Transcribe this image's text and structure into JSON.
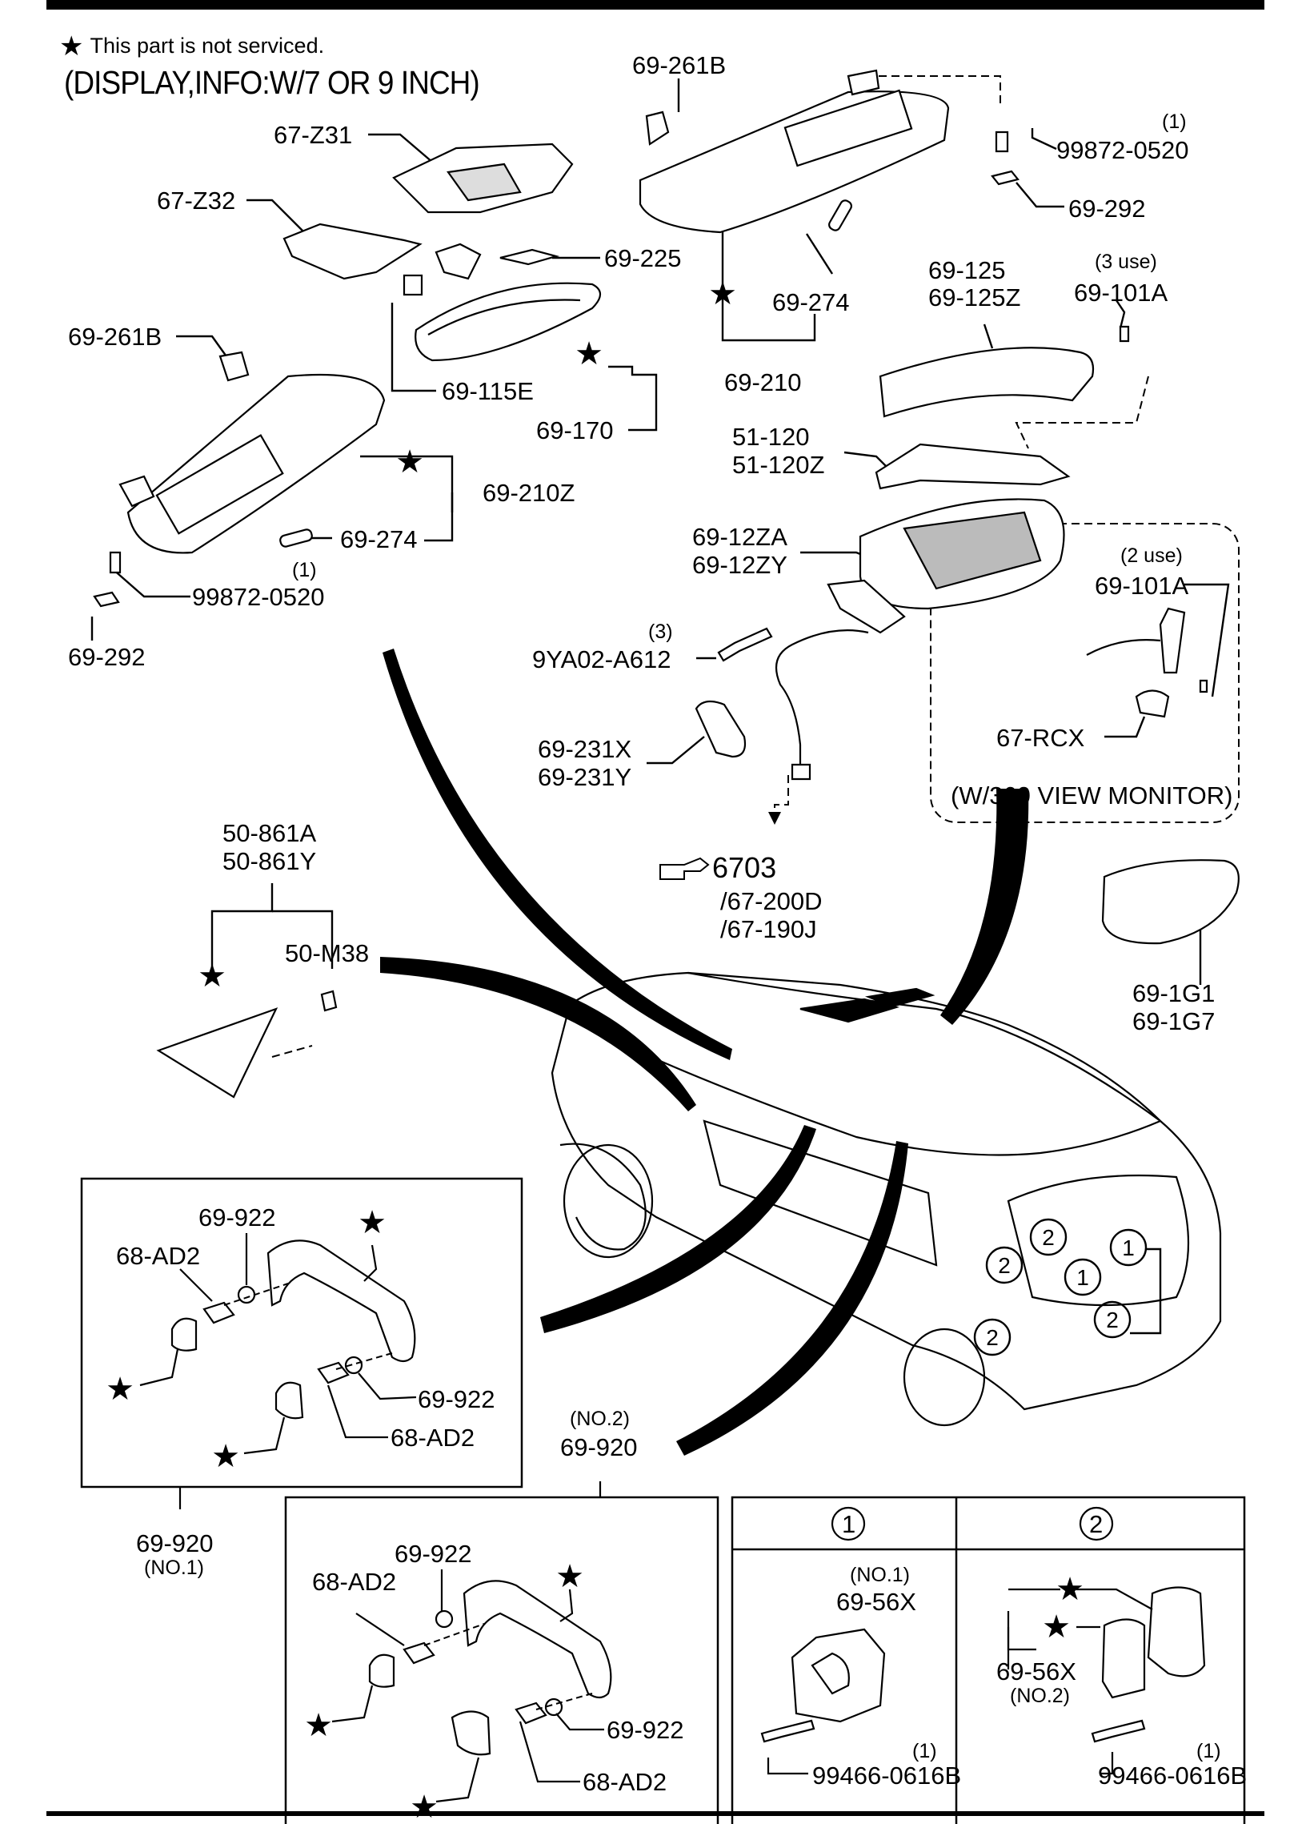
{
  "header": {
    "note": "This part is not serviced.",
    "note_icon": "star-icon",
    "subtitle": "(DISPLAY,INFO:W/7 OR 9 INCH)"
  },
  "labels": {
    "p67_z31": "67-Z31",
    "p67_z32": "67-Z32",
    "p69_225": "69-225",
    "p69_261b_top": "69-261B",
    "p69_261b_left": "69-261B",
    "p99872_top_qty": "(1)",
    "p99872_top": "99872-0520",
    "p69_292_top": "69-292",
    "p69_274_top": "69-274",
    "p69_210": "69-210",
    "p69_115e": "69-115E",
    "p69_170": "69-170",
    "p69_210z": "69-210Z",
    "p69_274_left": "69-274",
    "p99872_left_qty": "(1)",
    "p99872_left": "99872-0520",
    "p69_292_left": "69-292",
    "p69_125": "69-125",
    "p69_125z": "69-125Z",
    "p69_101a_top_qty": "(3 use)",
    "p69_101a_top": "69-101A",
    "p51_120": "51-120",
    "p51_120z": "51-120Z",
    "p69_12za": "69-12ZA",
    "p69_12zy": "69-12ZY",
    "p9ya02_qty": "(3)",
    "p9ya02": "9YA02-A612",
    "p69_231x": "69-231X",
    "p69_231y": "69-231Y",
    "ref_main": "6703",
    "ref_sub1": "/67-200D",
    "ref_sub2": "/67-190J",
    "p69_101a_box_qty": "(2 use)",
    "p69_101a_box": "69-101A",
    "p67_rcx": "67-RCX",
    "box_360": "(W/360 VIEW MONITOR)",
    "p50_861a": "50-861A",
    "p50_861y": "50-861Y",
    "p50_m38": "50-M38",
    "p69_1g1": "69-1G1",
    "p69_1g7": "69-1G7",
    "b1_69_922_top": "69-922",
    "b1_68_ad2_top": "68-AD2",
    "b1_69_922_bot": "69-922",
    "b1_68_ad2_bot": "68-AD2",
    "b1_name": "69-920",
    "b1_no": "(NO.1)",
    "b2_no": "(NO.2)",
    "b2_name": "69-920",
    "b2_69_922_top": "69-922",
    "b2_68_ad2_top": "68-AD2",
    "b2_69_922_bot": "69-922",
    "b2_68_ad2_bot": "68-AD2",
    "c1_num": "1",
    "c1_no": "(NO.1)",
    "c1_part": "69-56X",
    "c1_bolt_qty": "(1)",
    "c1_bolt": "99466-0616B",
    "c2_num": "2",
    "c2_part": "69-56X",
    "c2_no": "(NO.2)",
    "c2_bolt_qty": "(1)",
    "c2_bolt": "99466-0616B",
    "car_c1": "1",
    "car_c2": "2"
  }
}
